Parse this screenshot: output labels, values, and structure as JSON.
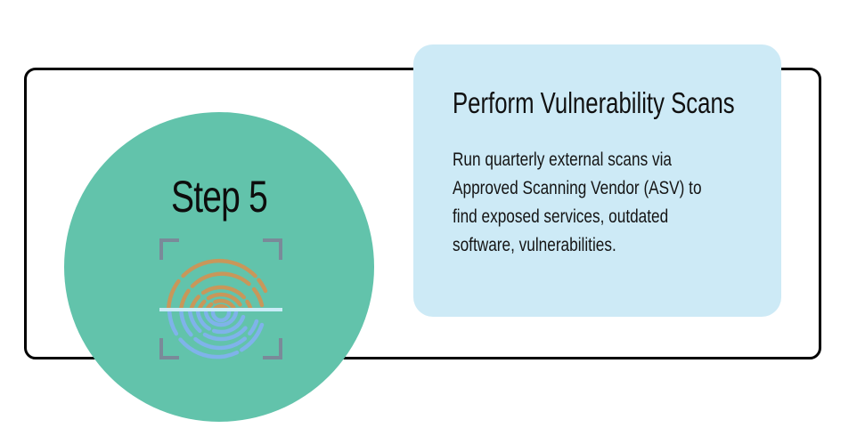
{
  "step": {
    "label": "Step 5",
    "icon": "fingerprint-scan-icon",
    "circle_color": "#62c3ab"
  },
  "card": {
    "title": "Perform Vulnerability Scans",
    "body_lines": [
      "Run quarterly external scans via",
      "Approved Scanning Vendor (ASV) to",
      "find exposed services, outdated",
      "software, vulnerabilities."
    ],
    "background": "#cdeaf6"
  },
  "colors": {
    "frame_border": "#000000",
    "fingerprint_top": "#c8975a",
    "fingerprint_bottom": "#7fb3ea",
    "scan_line": "#c9ecf7",
    "brackets": "#7a8a99"
  }
}
